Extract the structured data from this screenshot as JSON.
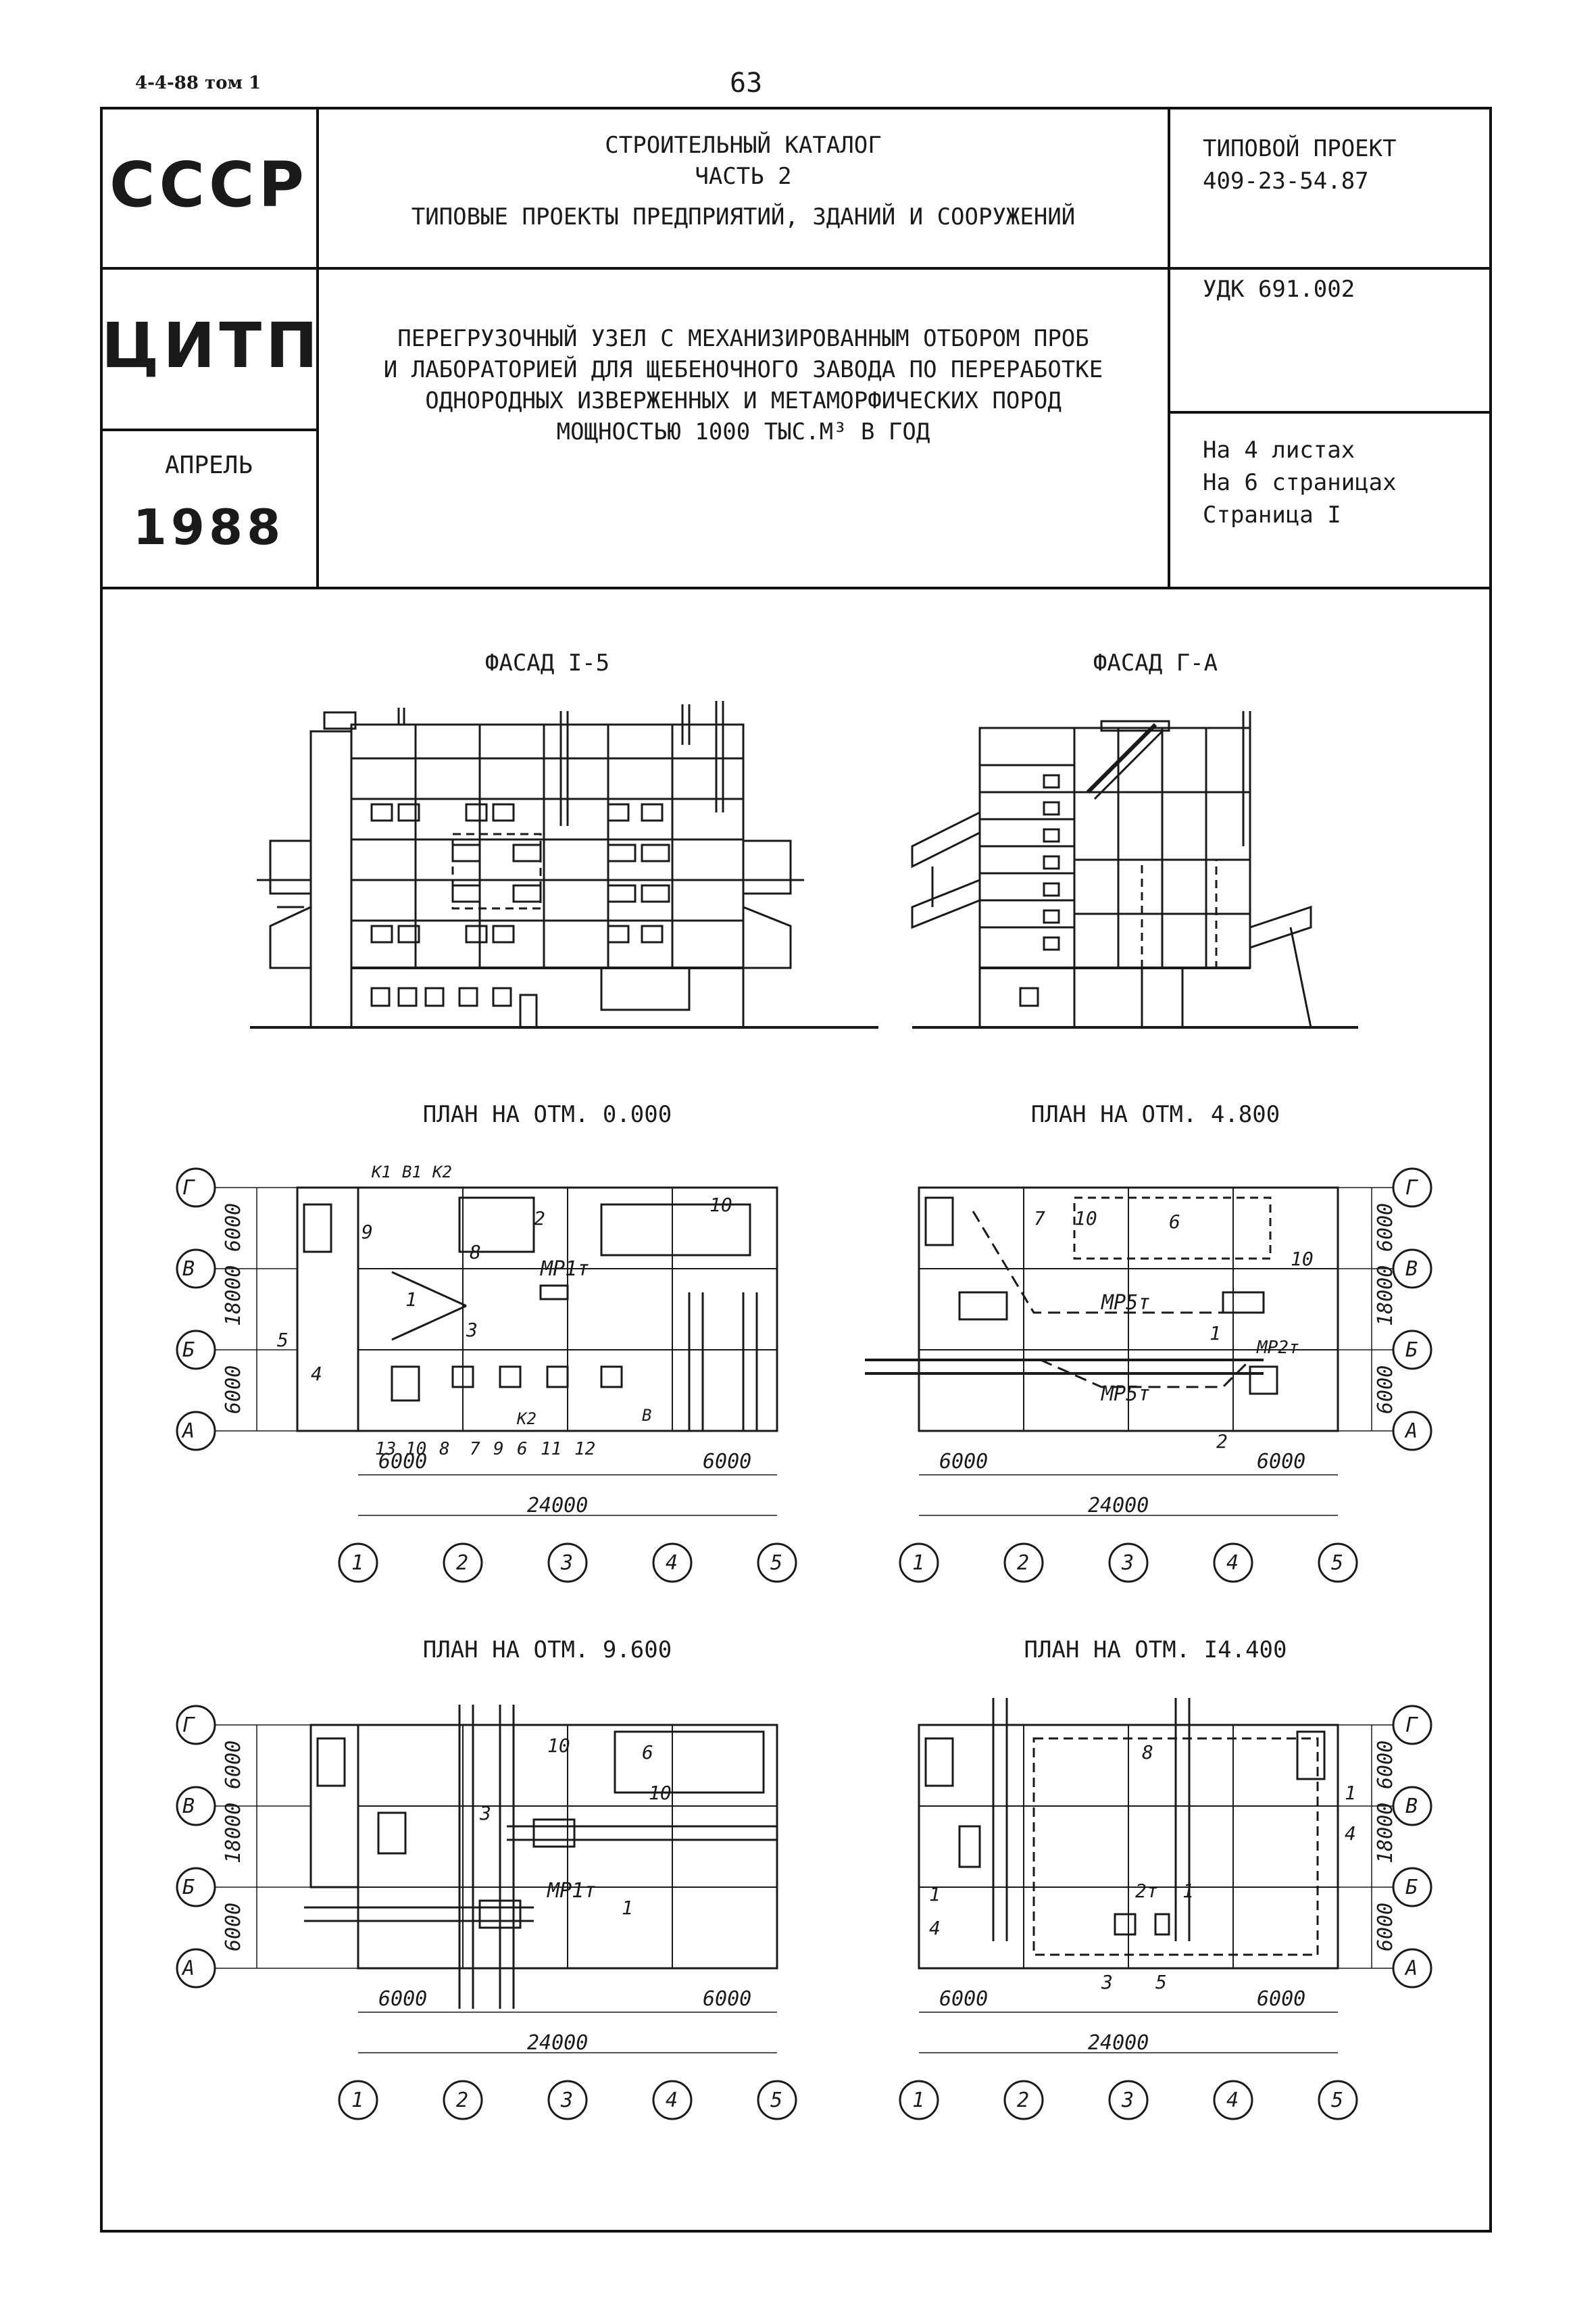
{
  "corner_label": "4-4-88 том 1",
  "page_number": "63",
  "header": {
    "country": "СССР",
    "org": "ЦИТП",
    "month": "АПРЕЛЬ",
    "year": "1988",
    "catalog_line1": "СТРОИТЕЛЬНЫЙ КАТАЛОГ",
    "catalog_line2": "ЧАСТЬ 2",
    "catalog_line3": "ТИПОВЫЕ ПРОЕКТЫ ПРЕДПРИЯТИЙ, ЗДАНИЙ И СООРУЖЕНИЙ",
    "project_label": "ТИПОВОЙ ПРОЕКТ",
    "project_number": "409-23-54.87",
    "udk": "УДК 691.002",
    "title_line1": "ПЕРЕГРУЗОЧНЫЙ УЗЕЛ С МЕХАНИЗИРОВАННЫМ ОТБОРОМ ПРОБ",
    "title_line2": "И ЛАБОРАТОРИЕЙ ДЛЯ ЩЕБЕНОЧНОГО ЗАВОДА ПО ПЕРЕРАБОТКЕ",
    "title_line3": "ОДНОРОДНЫХ ИЗВЕРЖЕННЫХ И МЕТАМОРФИЧЕСКИХ ПОРОД",
    "title_line4": "МОЩНОСТЬЮ 1000 ТЫС.М³ В ГОД",
    "sheets": "На 4 листах",
    "pages": "На 6 страницах",
    "page": "Страница I"
  },
  "drawings": {
    "facade1_title": "ФАСАД I-5",
    "facade2_title": "ФАСАД Г-А",
    "plan1_title": "ПЛАН НА ОТМ. 0.000",
    "plan2_title": "ПЛАН НА ОТМ. 4.800",
    "plan3_title": "ПЛАН НА ОТМ. 9.600",
    "plan4_title": "ПЛАН НА ОТМ. I4.400",
    "axes_rows": [
      "Г",
      "В",
      "Б",
      "А"
    ],
    "axes_cols": [
      "1",
      "2",
      "3",
      "4",
      "5"
    ],
    "dim_span": "6000",
    "dim_total": "24000",
    "dim_height": "18000",
    "plan1_labels": [
      "К1",
      "В1",
      "К2",
      "МР1т",
      "13",
      "10",
      "8",
      "7",
      "9",
      "6",
      "11",
      "12",
      "К2",
      "В",
      "1",
      "2",
      "3",
      "4",
      "5",
      "8",
      "9",
      "10"
    ],
    "plan2_labels": [
      "МР5т",
      "МР5т",
      "МР2т",
      "7",
      "10",
      "6",
      "10",
      "1",
      "2"
    ],
    "plan3_labels": [
      "МР1т",
      "10",
      "6",
      "10",
      "3",
      "1"
    ],
    "plan4_labels": [
      "8",
      "1",
      "4",
      "1",
      "4",
      "2т",
      "1",
      "3",
      "5"
    ]
  }
}
